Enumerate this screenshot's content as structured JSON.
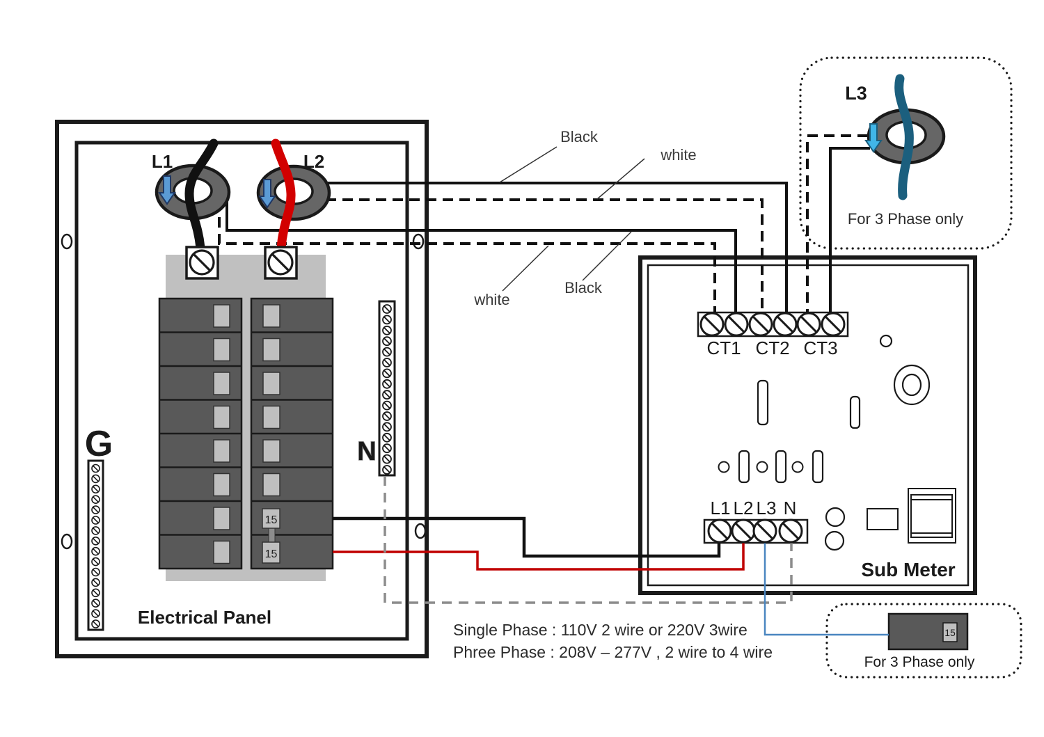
{
  "panel": {
    "title": "Electrical Panel",
    "ground_label": "G",
    "neutral_label": "N",
    "ct1_label": "L1",
    "ct2_label": "L2",
    "breaker15_top": "15",
    "breaker15_bottom": "15"
  },
  "submeter": {
    "title": "Sub Meter",
    "ct_terminals": [
      "CT1",
      "CT2",
      "CT3"
    ],
    "line_terminals": [
      "L1",
      "L2",
      "L3",
      "N"
    ]
  },
  "three_phase_top": {
    "label": "L3",
    "note": "For 3 Phase only"
  },
  "three_phase_bottom": {
    "note": "For 3 Phase only",
    "breaker_label": "15"
  },
  "wire_labels": {
    "black_top": "Black",
    "white_top": "white",
    "white_bottom": "white",
    "black_bottom": "Black"
  },
  "notes": {
    "single_phase": "Single Phase : 110V 2 wire or 220V 3wire",
    "three_phase": "Phree Phase : 208V – 277V , 2 wire to 4 wire"
  },
  "colors": {
    "outline_black": "#1a1a1a",
    "wire_black": "#111111",
    "wire_red": "#d20000",
    "wire_dark_red": "#c00000",
    "wire_teal_l3": "#1b5f7e",
    "wire_neutral_gray": "#8c8c8c",
    "wire_blue": "#4a86c0",
    "arrow_blue": "#5b9bd5",
    "arrow_cyan": "#41b6e8",
    "ground_green": "#00b050",
    "l2_label_red": "#c00000",
    "l3_label_teal": "#1b5f7e",
    "breaker_dark_gray": "#595959",
    "panel_light_gray": "#c0c0c0",
    "handle_gray": "#bfbfbf"
  }
}
